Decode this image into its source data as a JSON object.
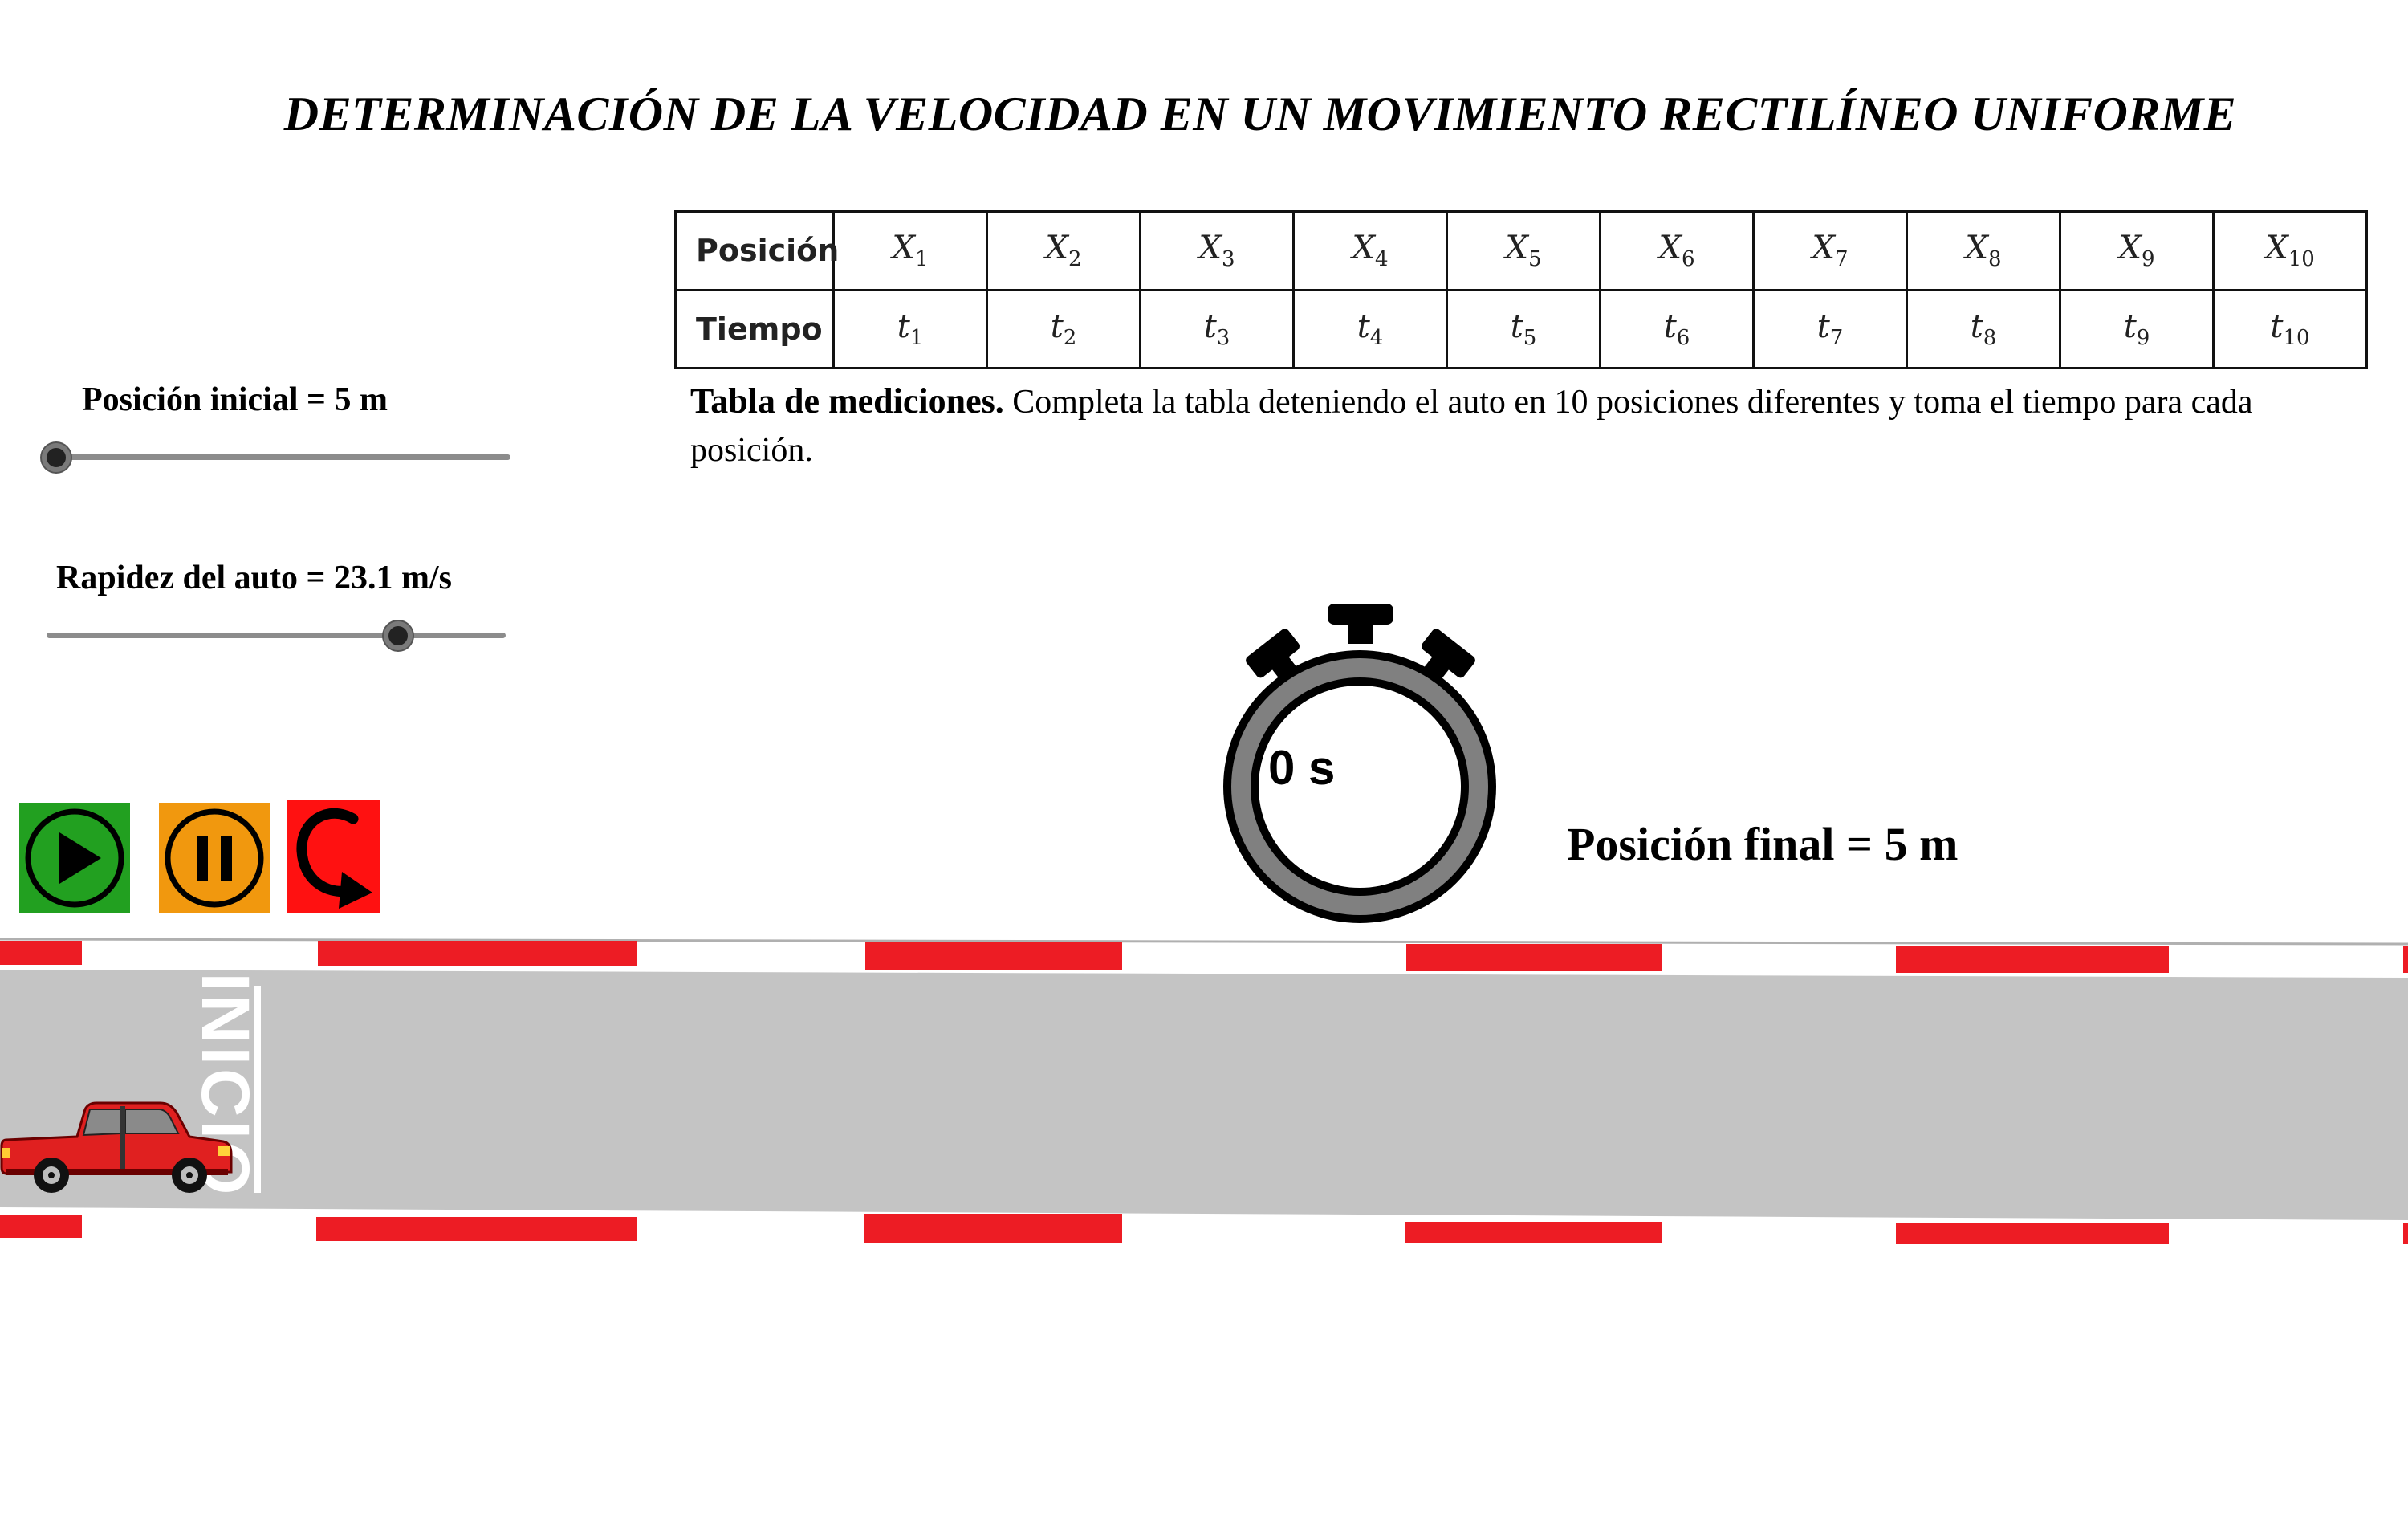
{
  "title": "DETERMINACIÓN DE LA VELOCIDAD EN UN MOVIMIENTO RECTILÍNEO UNIFORME",
  "sliders": {
    "initial_position": {
      "label": "Posición inicial = 5 m",
      "value": 5,
      "unit": "m",
      "fraction": 0.0
    },
    "car_speed": {
      "label": "Rapidez del auto = 23.1 m/s",
      "value": 23.1,
      "unit": "m/s",
      "fraction": 0.77
    }
  },
  "controls": {
    "play": {
      "icon": "play-icon",
      "color": "#22a020"
    },
    "pause": {
      "icon": "pause-icon",
      "color": "#f1980e"
    },
    "reset": {
      "icon": "reset-icon",
      "color": "#ff1111"
    }
  },
  "table": {
    "row_headers": [
      "Posición",
      "Tiempo"
    ],
    "positions": [
      {
        "base": "X",
        "sub": "1"
      },
      {
        "base": "X",
        "sub": "2"
      },
      {
        "base": "X",
        "sub": "3"
      },
      {
        "base": "X",
        "sub": "4"
      },
      {
        "base": "X",
        "sub": "5"
      },
      {
        "base": "X",
        "sub": "6"
      },
      {
        "base": "X",
        "sub": "7"
      },
      {
        "base": "X",
        "sub": "8"
      },
      {
        "base": "X",
        "sub": "9"
      },
      {
        "base": "X",
        "sub": "10"
      }
    ],
    "times": [
      {
        "base": "t",
        "sub": "1"
      },
      {
        "base": "t",
        "sub": "2"
      },
      {
        "base": "t",
        "sub": "3"
      },
      {
        "base": "t",
        "sub": "4"
      },
      {
        "base": "t",
        "sub": "5"
      },
      {
        "base": "t",
        "sub": "6"
      },
      {
        "base": "t",
        "sub": "7"
      },
      {
        "base": "t",
        "sub": "8"
      },
      {
        "base": "t",
        "sub": "9"
      },
      {
        "base": "t",
        "sub": "10"
      }
    ]
  },
  "caption": {
    "bold": "Tabla de mediciones.",
    "text": " Completa la tabla deteniendo el auto en 10 posiciones diferentes y toma el tiempo para cada posición."
  },
  "stopwatch": {
    "value": "0 s",
    "icon": "stopwatch-icon"
  },
  "final_position": "Posición final = 5 m",
  "road": {
    "start_label": "INICIO",
    "colors": {
      "asphalt": "#c4c4c4",
      "curb_red": "#ed1c24",
      "curb_white": "#ffffff"
    }
  },
  "car": {
    "icon": "car-icon",
    "color": "#e02020"
  }
}
